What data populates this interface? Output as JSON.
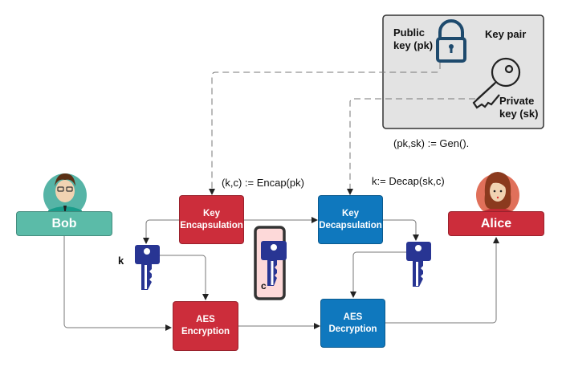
{
  "keypair_panel": {
    "title": "Key pair",
    "public_key_label_line1": "Public",
    "public_key_label_line2": "key (pk)",
    "private_key_label_line1": "Private",
    "private_key_label_line2": "key (sk)",
    "gen_formula": "(pk,sk) := Gen()."
  },
  "participants": {
    "sender": {
      "name": "Bob",
      "color": "#5bbba8"
    },
    "receiver": {
      "name": "Alice",
      "color": "#cc2d3b"
    }
  },
  "formulas": {
    "encap": "(k,c) := Encap(pk)",
    "decap": "k:= Decap(sk,c)"
  },
  "nodes": {
    "key_encapsulation": {
      "line1": "Key",
      "line2": "Encapsulation",
      "color": "#cc2d3b"
    },
    "key_decapsulation": {
      "line1": "Key",
      "line2": "Decapsulation",
      "color": "#0f78be"
    },
    "aes_encryption": {
      "line1": "AES",
      "line2": "Encryption",
      "color": "#cc2d3b"
    },
    "aes_decryption": {
      "line1": "AES",
      "line2": "Decryption",
      "color": "#0f78be"
    }
  },
  "keys": {
    "shared_key_label": "k",
    "ciphertext_label": "c",
    "key_color": "#283593",
    "ciphertext_bg": "#fdd9d9"
  }
}
